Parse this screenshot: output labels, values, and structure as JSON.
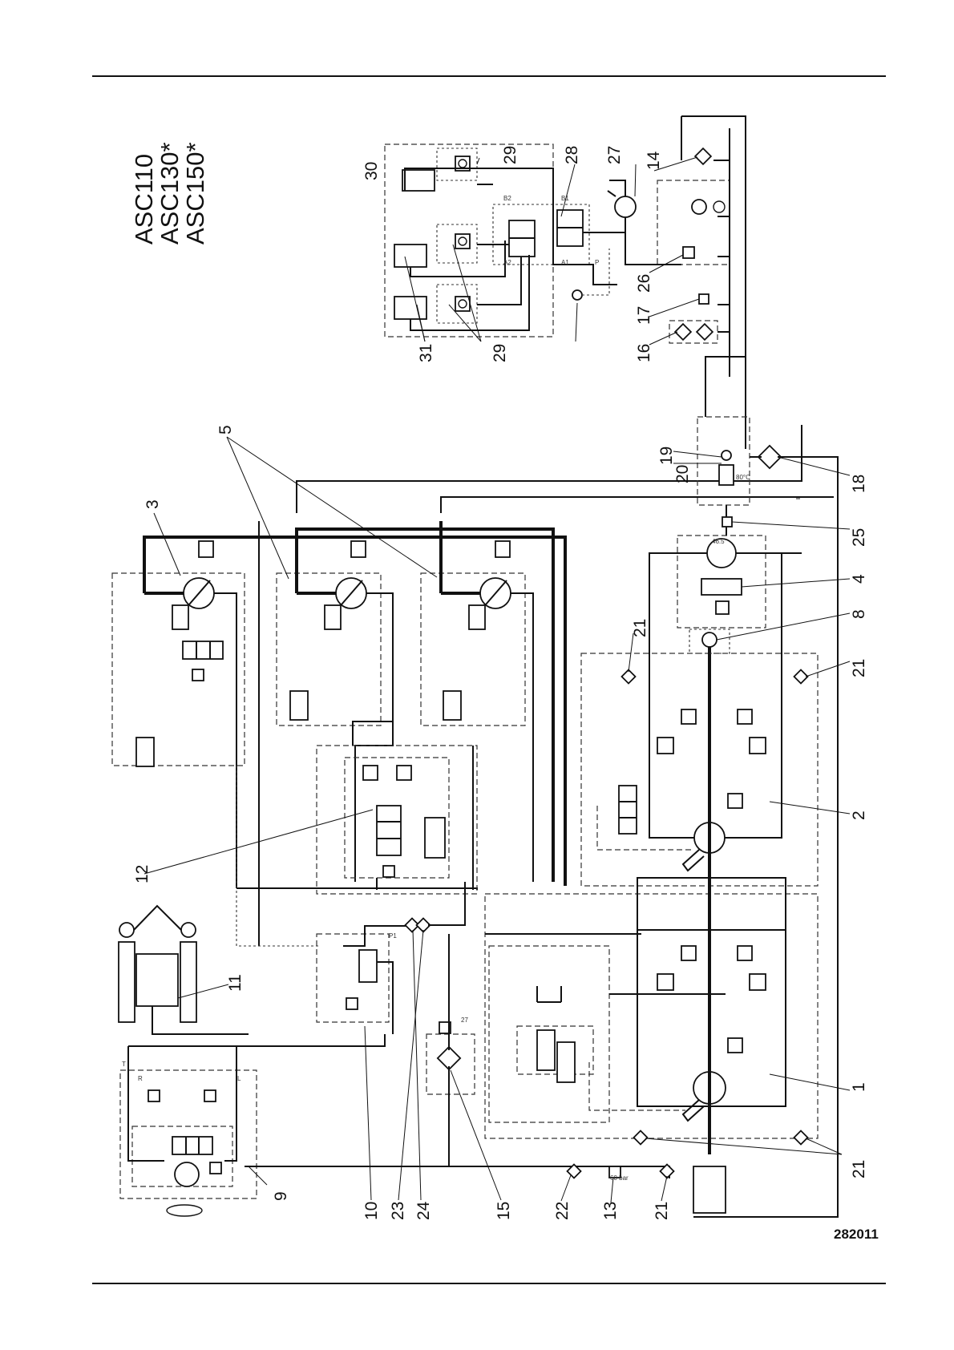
{
  "models": [
    "ASC110",
    "ASC130*",
    "ASC150*"
  ],
  "document_number": "282011",
  "callouts": {
    "c1": "1",
    "c2": "2",
    "c3": "3",
    "c4": "4",
    "c5": "5",
    "c8": "8",
    "c9": "9",
    "c10": "10",
    "c11": "11",
    "c12": "12",
    "c13": "13",
    "c14": "14",
    "c15": "15",
    "c16": "16",
    "c17": "17",
    "c18": "18",
    "c19": "19",
    "c20": "20",
    "c21a": "21",
    "c21b": "21",
    "c21c": "21",
    "c21d": "21",
    "c22": "22",
    "c23": "23",
    "c24": "24",
    "c25": "25",
    "c26": "26",
    "c27": "27",
    "c28": "28",
    "c29a": "29",
    "c29b": "29",
    "c30": "30",
    "c31": "31"
  },
  "component_labels": {
    "pressure_13": "60 bar",
    "filter_15": "27",
    "valve_20": "80°C",
    "pump_4": "46.5",
    "port_A1": "A1",
    "port_A2": "A2",
    "port_B1": "B1",
    "port_B2": "B2",
    "port_P": "P",
    "port_T": "T",
    "port_R": "R",
    "port_L": "L",
    "port_P1": "P1"
  }
}
